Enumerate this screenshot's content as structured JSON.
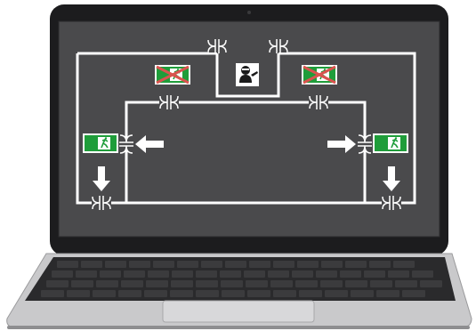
{
  "colors": {
    "bezel": "#1c1c1e",
    "screen": "#4a4a4c",
    "line": "#ffffff",
    "exit_green": "#1f9d3a",
    "cross_red": "#d9534f",
    "body_silver": "#c9c9cb",
    "keyboard": "#2a2a2c"
  },
  "diagram": {
    "room": {
      "icon": "attacker-icon"
    },
    "signs": [
      {
        "name": "exit-sign-blocked-left",
        "icon": "running-man-icon",
        "state": "blocked"
      },
      {
        "name": "exit-sign-blocked-right",
        "icon": "running-man-icon",
        "state": "blocked"
      },
      {
        "name": "exit-sign-open-left",
        "icon": "running-man-icon",
        "state": "open"
      },
      {
        "name": "exit-sign-open-right",
        "icon": "running-man-icon",
        "state": "open"
      }
    ],
    "arrows": [
      {
        "name": "arrow-left",
        "direction": "left"
      },
      {
        "name": "arrow-right",
        "direction": "right"
      },
      {
        "name": "arrow-down-left",
        "direction": "down"
      },
      {
        "name": "arrow-down-right",
        "direction": "down"
      }
    ],
    "doors": [
      {
        "name": "door-top-left"
      },
      {
        "name": "door-top-right"
      },
      {
        "name": "door-inner-left"
      },
      {
        "name": "door-inner-right"
      },
      {
        "name": "door-side-left"
      },
      {
        "name": "door-side-right"
      },
      {
        "name": "door-bottom-left"
      },
      {
        "name": "door-bottom-right"
      }
    ]
  }
}
